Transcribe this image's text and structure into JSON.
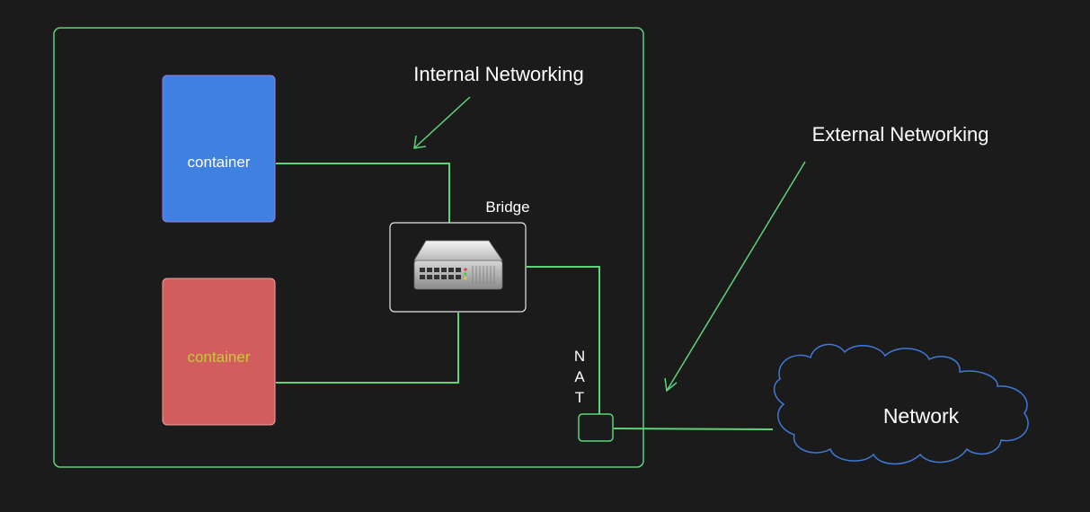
{
  "diagram": {
    "annotations": {
      "internal": "Internal Networking",
      "external": "External Networking"
    },
    "containers": [
      {
        "label": "container",
        "fill": "#3f80e0",
        "text_color": "#ffffff"
      },
      {
        "label": "container",
        "fill": "#d15d5c",
        "text_color": "#c8c83a"
      }
    ],
    "bridge": {
      "label": "Bridge"
    },
    "nat": {
      "label": [
        "N",
        "A",
        "T"
      ]
    },
    "network": {
      "label": "Network"
    },
    "colors": {
      "background": "#1b1b1c",
      "link": "#5dd47a",
      "host_border": "#5dd47a",
      "cloud": "#3f79d8",
      "text": "#ffffff"
    }
  }
}
